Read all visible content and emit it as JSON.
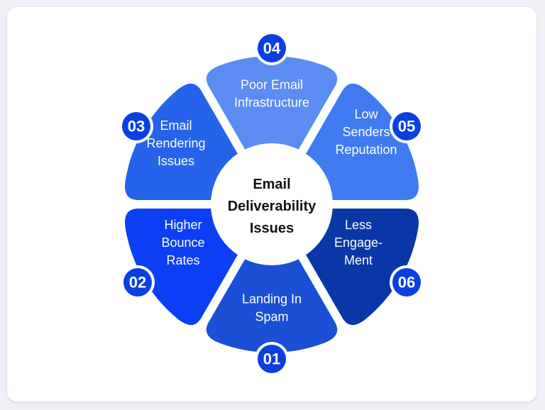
{
  "center": {
    "lines": [
      "Email",
      "Deliverability",
      "Issues"
    ],
    "fill": "#ffffff"
  },
  "segments": [
    {
      "number": "01",
      "lines": [
        "Landing In",
        "Spam"
      ],
      "color": "#1a4fd6"
    },
    {
      "number": "02",
      "lines": [
        "Higher",
        "Bounce",
        "Rates"
      ],
      "color": "#0b3ff5"
    },
    {
      "number": "03",
      "lines": [
        "Email",
        "Rendering",
        "Issues"
      ],
      "color": "#2563eb"
    },
    {
      "number": "04",
      "lines": [
        "Poor Email",
        "Infrastructure"
      ],
      "color": "#5b8cf2"
    },
    {
      "number": "05",
      "lines": [
        "Low",
        "Senders",
        "Reputation"
      ],
      "color": "#3f7af0"
    },
    {
      "number": "06",
      "lines": [
        "Less",
        "Engage-",
        "Ment"
      ],
      "color": "#0a37a8"
    }
  ]
}
